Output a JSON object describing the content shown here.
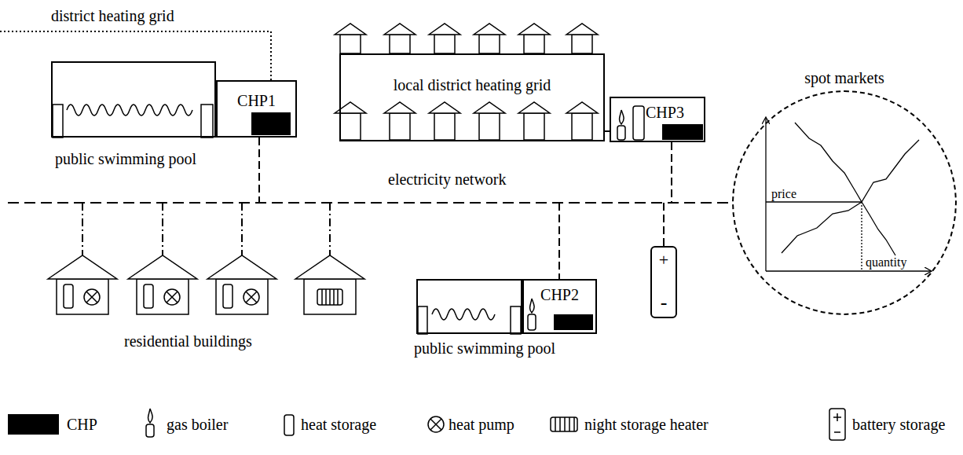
{
  "diagram": {
    "nodes": [
      {
        "text": [
          "public swimming pool"
        ]
      },
      {
        "text": [
          "CHP1"
        ]
      },
      {
        "text": [
          "local district heating grid"
        ]
      },
      {
        "text": [
          "CHP3"
        ]
      },
      {
        "text": [
          "spot markets",
          "price",
          "quantity"
        ]
      },
      {
        "text": [
          "+",
          "-"
        ]
      },
      {
        "text": [
          "public swimming pool"
        ]
      },
      {
        "text": [
          "CHP2"
        ]
      }
    ],
    "edges": [
      {
        "from": 2,
        "to": 3,
        "arrow": "none"
      }
    ],
    "labels": [
      "district heating grid",
      "electricity network",
      "residential buildings"
    ],
    "legend": [
      {
        "text": "CHP",
        "color": "#000000"
      },
      {
        "text": "gas boiler"
      },
      {
        "text": "heat storage"
      },
      {
        "text": "heat pump"
      },
      {
        "text": "night storage heater"
      },
      {
        "text": "battery storage"
      }
    ]
  }
}
